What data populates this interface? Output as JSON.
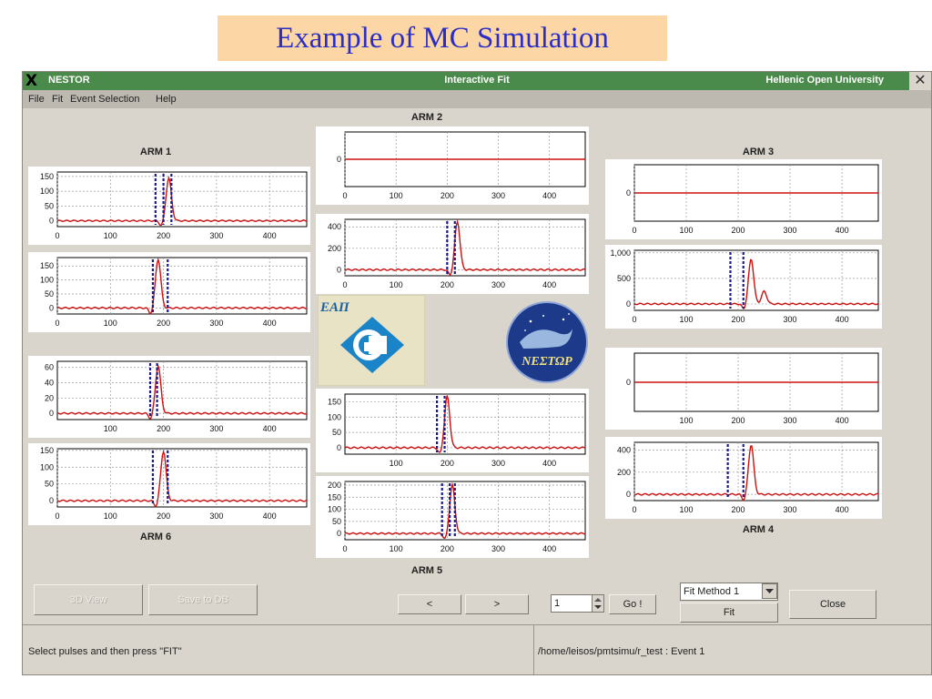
{
  "slide_title": "Example of MC Simulation",
  "window": {
    "app_name": "NESTOR",
    "title": "Interactive Fit",
    "organization": "Hellenic Open University",
    "x_logo": "X",
    "close_glyph": "✕"
  },
  "menu": [
    "File",
    "Fit",
    "Event Selection",
    "Help"
  ],
  "arms": {
    "arm1": "ARM 1",
    "arm2": "ARM 2",
    "arm3": "ARM 3",
    "arm4": "ARM 4",
    "arm5": "ARM 5",
    "arm6": "ARM 6"
  },
  "logos": {
    "eap": "ΕΑΠ",
    "nestor": "ΝΕΣΤΩΡ"
  },
  "colors": {
    "trace": "#cc1111",
    "marker": "#1a1a8c",
    "title_bar": "#4a8a4a",
    "banner_bg": "#fdd6a6",
    "banner_text": "#2a2ec4"
  },
  "controls": {
    "view3d": "3D View",
    "save_db": "Save to DB",
    "prev": "<",
    "next": ">",
    "event_number": "1",
    "go": "Go !",
    "fit_method": "Fit Method 1",
    "fit": "Fit",
    "close": "Close"
  },
  "status": {
    "left": "Select pulses and then press \"FIT\"",
    "right": "/home/leisos/pmtsimu/r_test : Event 1"
  },
  "chart_data": [
    {
      "id": "p1",
      "type": "line",
      "title": "ARM 1",
      "xticks": [
        0,
        100,
        200,
        300,
        400
      ],
      "yticks": [
        0,
        50,
        100,
        150
      ],
      "ymax": 165,
      "pulse_x": 210,
      "pulse_y": 145,
      "markers": [
        185,
        200,
        215
      ]
    },
    {
      "id": "p2",
      "type": "line",
      "xticks": [
        0,
        100,
        200,
        300,
        400
      ],
      "yticks": [
        0,
        50,
        100,
        150
      ],
      "ymax": 180,
      "pulse_x": 190,
      "pulse_y": 175,
      "markers": [
        180,
        208
      ]
    },
    {
      "id": "p3",
      "type": "line",
      "xticks": [
        100,
        200,
        300,
        400
      ],
      "yticks": [
        0,
        20,
        40,
        60
      ],
      "ymax": 68,
      "pulse_x": 190,
      "pulse_y": 62,
      "markers": [
        175,
        188
      ]
    },
    {
      "id": "p4",
      "type": "line",
      "xticks": [
        0,
        100,
        200,
        300,
        400
      ],
      "yticks": [
        0,
        50,
        100,
        150
      ],
      "ymax": 155,
      "pulse_x": 200,
      "pulse_y": 148,
      "markers": [
        180,
        208
      ]
    },
    {
      "id": "p5",
      "type": "line",
      "title": "ARM 2",
      "xticks": [
        0,
        100,
        200,
        300,
        400
      ],
      "yticks": [
        0
      ],
      "flat": true
    },
    {
      "id": "p6",
      "type": "line",
      "xticks": [
        0,
        100,
        200,
        300,
        400
      ],
      "yticks": [
        0,
        200,
        400
      ],
      "ymax": 470,
      "pulse_x": 220,
      "pulse_y": 450,
      "markers": [
        200,
        215
      ]
    },
    {
      "id": "p7",
      "type": "line",
      "xticks": [
        100,
        200,
        300,
        400
      ],
      "yticks": [
        0,
        50,
        100,
        150
      ],
      "ymax": 175,
      "pulse_x": 200,
      "pulse_y": 168,
      "markers": [
        180,
        195
      ]
    },
    {
      "id": "p8",
      "type": "line",
      "title": "ARM 5",
      "xticks": [
        0,
        100,
        200,
        300,
        400
      ],
      "yticks": [
        0,
        50,
        100,
        150,
        200
      ],
      "ymax": 215,
      "pulse_x": 210,
      "pulse_y": 200,
      "markers": [
        190,
        205,
        215
      ]
    },
    {
      "id": "p9",
      "type": "line",
      "title": "ARM 3",
      "xticks": [
        0,
        100,
        200,
        300,
        400
      ],
      "yticks": [
        0
      ],
      "flat": true
    },
    {
      "id": "p10",
      "type": "line",
      "xticks": [
        0,
        100,
        200,
        300,
        400
      ],
      "yticks": [
        0,
        500,
        1000
      ],
      "ytick_labels": [
        "0",
        "500",
        "1,000"
      ],
      "ymax": 1050,
      "pulse_x": 225,
      "pulse_y": 880,
      "markers": [
        185,
        210
      ],
      "tail": true
    },
    {
      "id": "p11",
      "type": "line",
      "xticks": [
        100,
        200,
        300,
        400
      ],
      "yticks": [
        0
      ],
      "flat": true
    },
    {
      "id": "p12",
      "type": "line",
      "title": "ARM 4",
      "xticks": [
        0,
        100,
        200,
        300,
        400
      ],
      "yticks": [
        0,
        200,
        400
      ],
      "ymax": 470,
      "pulse_x": 225,
      "pulse_y": 450,
      "markers": [
        180,
        210
      ]
    }
  ]
}
